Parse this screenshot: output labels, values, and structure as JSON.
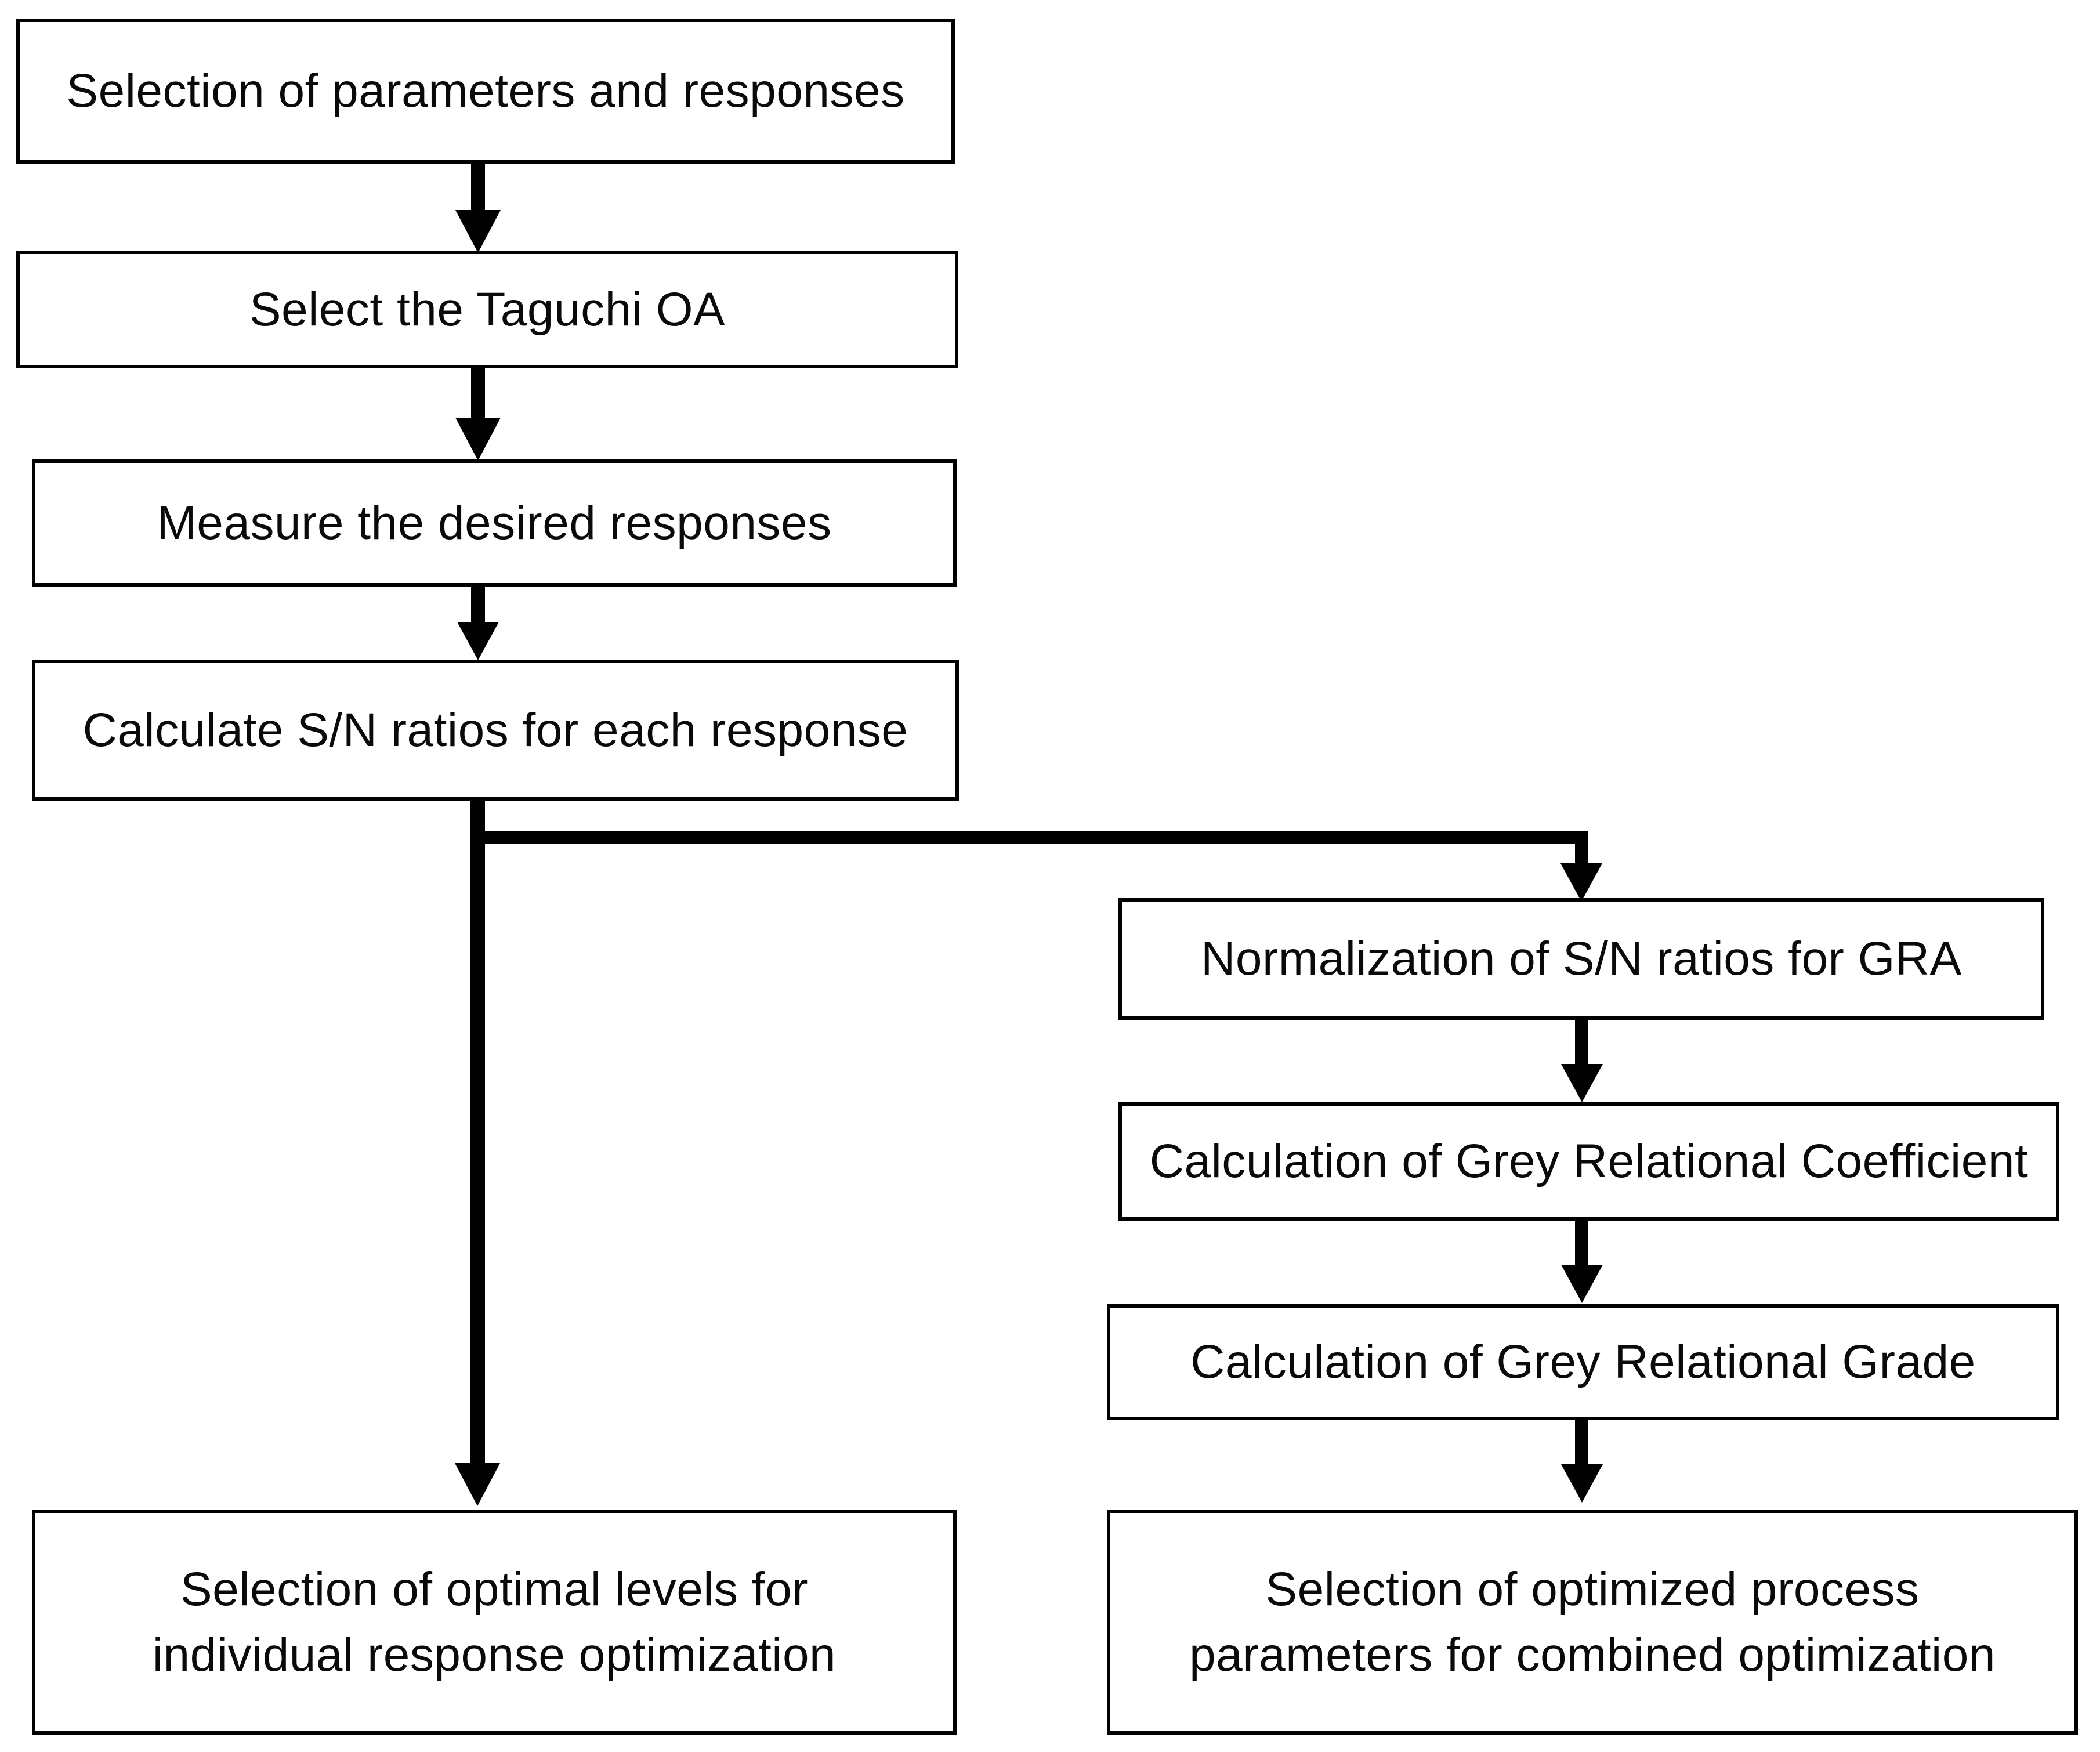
{
  "diagram": {
    "title": "Taguchi and Grey Relational Analysis optimization flowchart",
    "background_color": "#ffffff",
    "line_color": "#000000",
    "text_color": "#0a0a0a",
    "left_branch": {
      "name": "individual-response-optimization-branch",
      "nodes": [
        {
          "id": "n1",
          "label": "Selection of parameters and responses"
        },
        {
          "id": "n2",
          "label": "Select the Taguchi OA"
        },
        {
          "id": "n3",
          "label": "Measure the desired  responses"
        },
        {
          "id": "n4",
          "label": "Calculate S/N ratios for each response"
        },
        {
          "id": "n5",
          "label": "Selection  of optimal  levels  for\nindividual  response  optimization"
        }
      ]
    },
    "right_branch": {
      "name": "grey-relational-analysis-branch",
      "nodes": [
        {
          "id": "r1",
          "label": "Normalization  of S/N ratios for GRA"
        },
        {
          "id": "r2",
          "label": "Calculation of Grey Relational Coefficient"
        },
        {
          "id": "r3",
          "label": "Calculation of Grey Relational Grade"
        },
        {
          "id": "r4",
          "label": "Selection  of optimized process\nparameters for combined  optimization"
        }
      ]
    },
    "connectors": [
      {
        "id": "c1",
        "from": "n1",
        "to": "n2",
        "kind": "arrow-down"
      },
      {
        "id": "c2",
        "from": "n2",
        "to": "n3",
        "kind": "arrow-down"
      },
      {
        "id": "c3",
        "from": "n3",
        "to": "n4",
        "kind": "arrow-down"
      },
      {
        "id": "c4",
        "from": "n4",
        "to": "n5",
        "kind": "arrow-down-long"
      },
      {
        "id": "c5",
        "from": "n4",
        "to": "r1",
        "kind": "elbow-right-down"
      },
      {
        "id": "c6",
        "from": "r1",
        "to": "r2",
        "kind": "arrow-down"
      },
      {
        "id": "c7",
        "from": "r2",
        "to": "r3",
        "kind": "arrow-down"
      },
      {
        "id": "c8",
        "from": "r3",
        "to": "r4",
        "kind": "arrow-down"
      }
    ]
  }
}
